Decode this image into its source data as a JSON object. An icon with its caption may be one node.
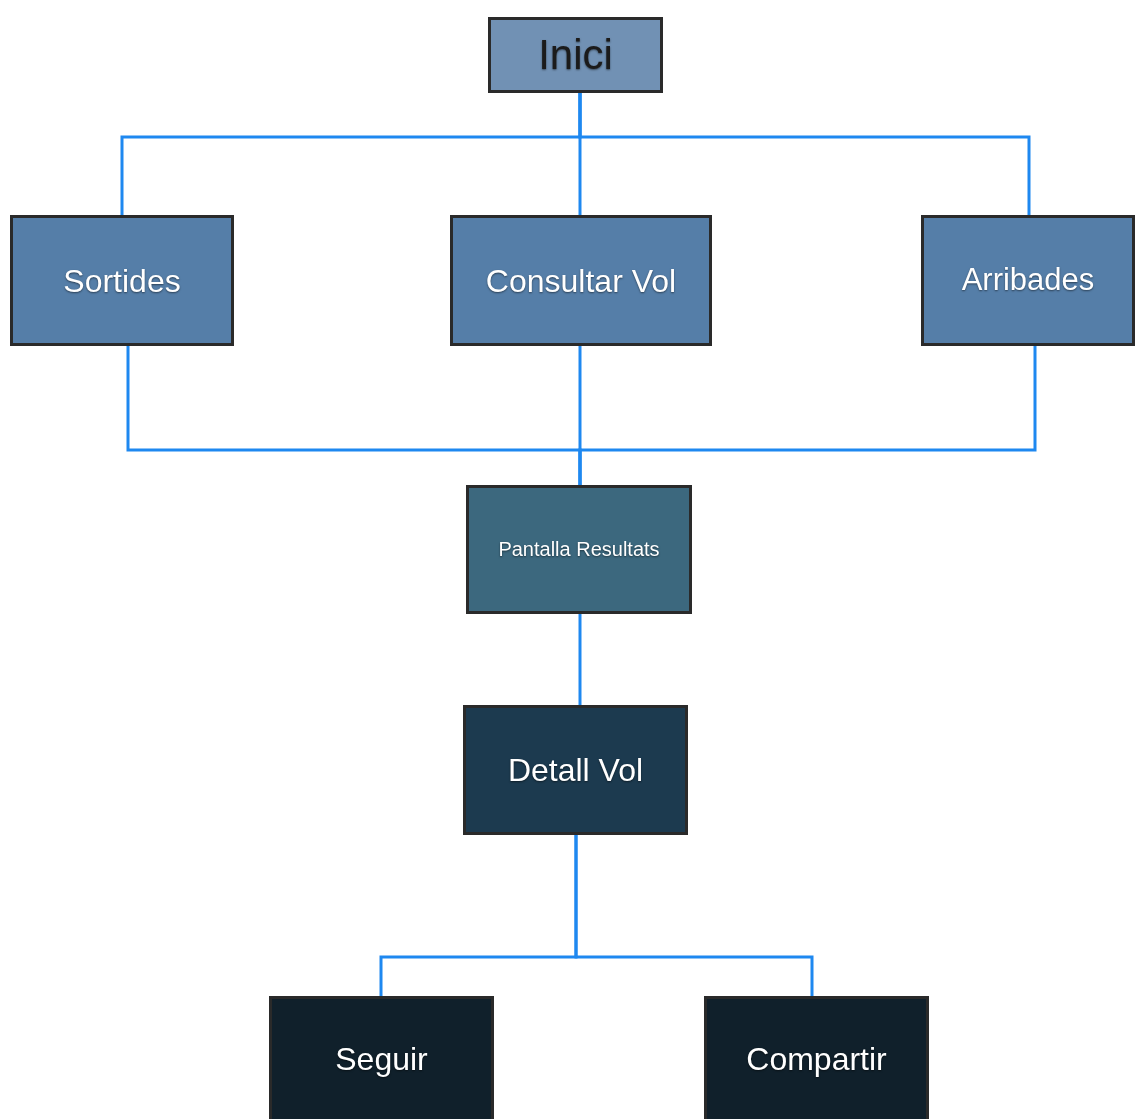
{
  "diagram": {
    "nodes": [
      {
        "text": [
          "Inici"
        ]
      },
      {
        "text": [
          "Sortides"
        ]
      },
      {
        "text": [
          "Consultar Vol"
        ]
      },
      {
        "text": [
          "Arribades"
        ]
      },
      {
        "text": [
          "Pantalla Resultats"
        ]
      },
      {
        "text": [
          "Detall Vol"
        ]
      },
      {
        "text": [
          "Seguir"
        ]
      },
      {
        "text": [
          "Compartir"
        ]
      }
    ],
    "edges": [
      {
        "from": 0,
        "to": 1,
        "arrow": "none"
      },
      {
        "from": 0,
        "to": 2,
        "arrow": "none"
      },
      {
        "from": 0,
        "to": 3,
        "arrow": "none"
      },
      {
        "from": 1,
        "to": 4,
        "arrow": "none"
      },
      {
        "from": 2,
        "to": 4,
        "arrow": "none"
      },
      {
        "from": 3,
        "to": 4,
        "arrow": "none"
      },
      {
        "from": 4,
        "to": 5,
        "arrow": "none"
      },
      {
        "from": 5,
        "to": 6,
        "arrow": "none"
      },
      {
        "from": 5,
        "to": 7,
        "arrow": "none"
      }
    ]
  }
}
